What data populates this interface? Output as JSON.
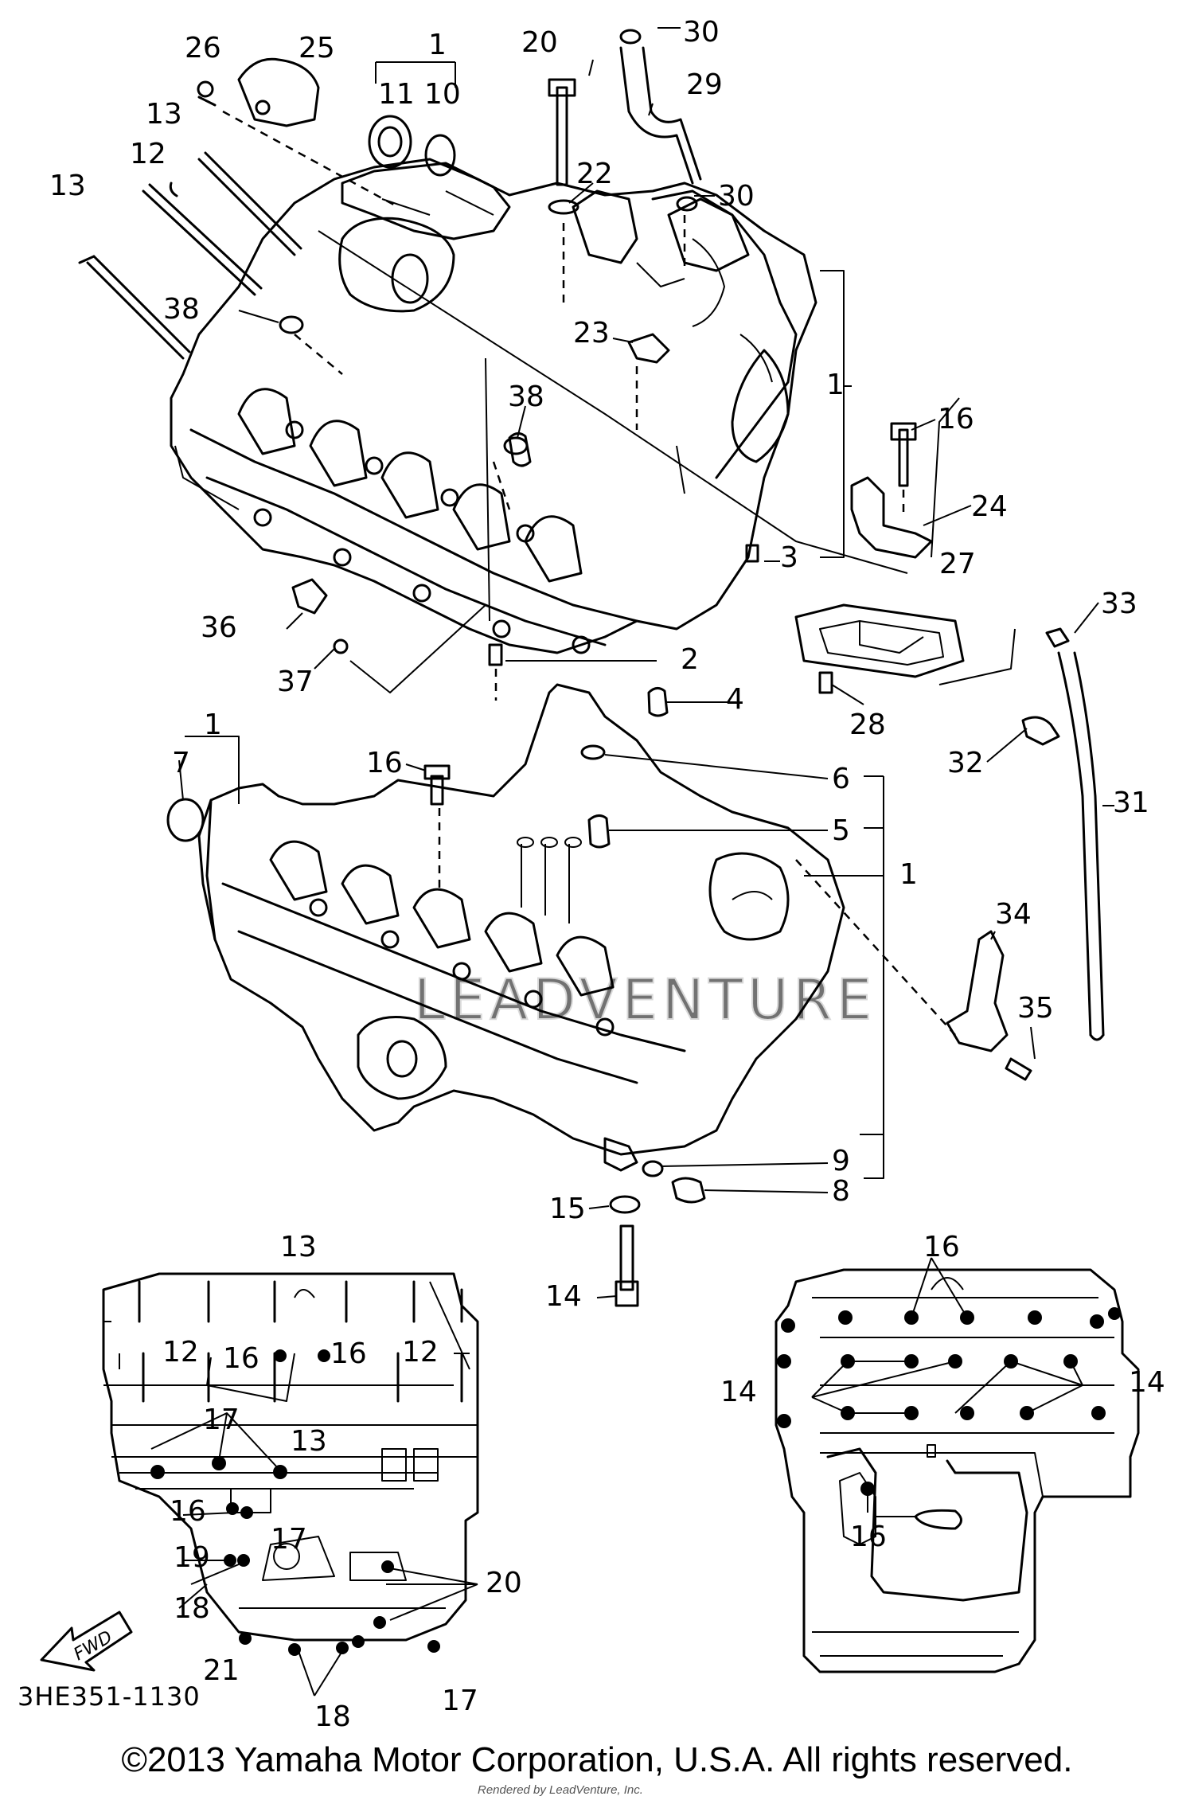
{
  "callouts": {
    "c1": "1",
    "c2": "2",
    "c3": "3",
    "c4": "4",
    "c5": "5",
    "c6": "6",
    "c7": "7",
    "c8": "8",
    "c9": "9",
    "c10": "10",
    "c11": "11",
    "c12": "12",
    "c13": "13",
    "c14": "14",
    "c15": "15",
    "c16": "16",
    "c17": "17",
    "c18": "18",
    "c19": "19",
    "c20": "20",
    "c21": "21",
    "c22": "22",
    "c23": "23",
    "c24": "24",
    "c25": "25",
    "c26": "26",
    "c27": "27",
    "c28": "28",
    "c29": "29",
    "c30": "30",
    "c31": "31",
    "c32": "32",
    "c33": "33",
    "c34": "34",
    "c35": "35",
    "c36": "36",
    "c37": "37",
    "c38": "38"
  },
  "fwd_label": "FWD",
  "diagram_id": "3HE351-1130",
  "copyright": "©2013 Yamaha Motor Corporation, U.S.A. All rights reserved.",
  "rendered_by": "Rendered by LeadVenture, Inc.",
  "watermark": "LEADVENTURE"
}
